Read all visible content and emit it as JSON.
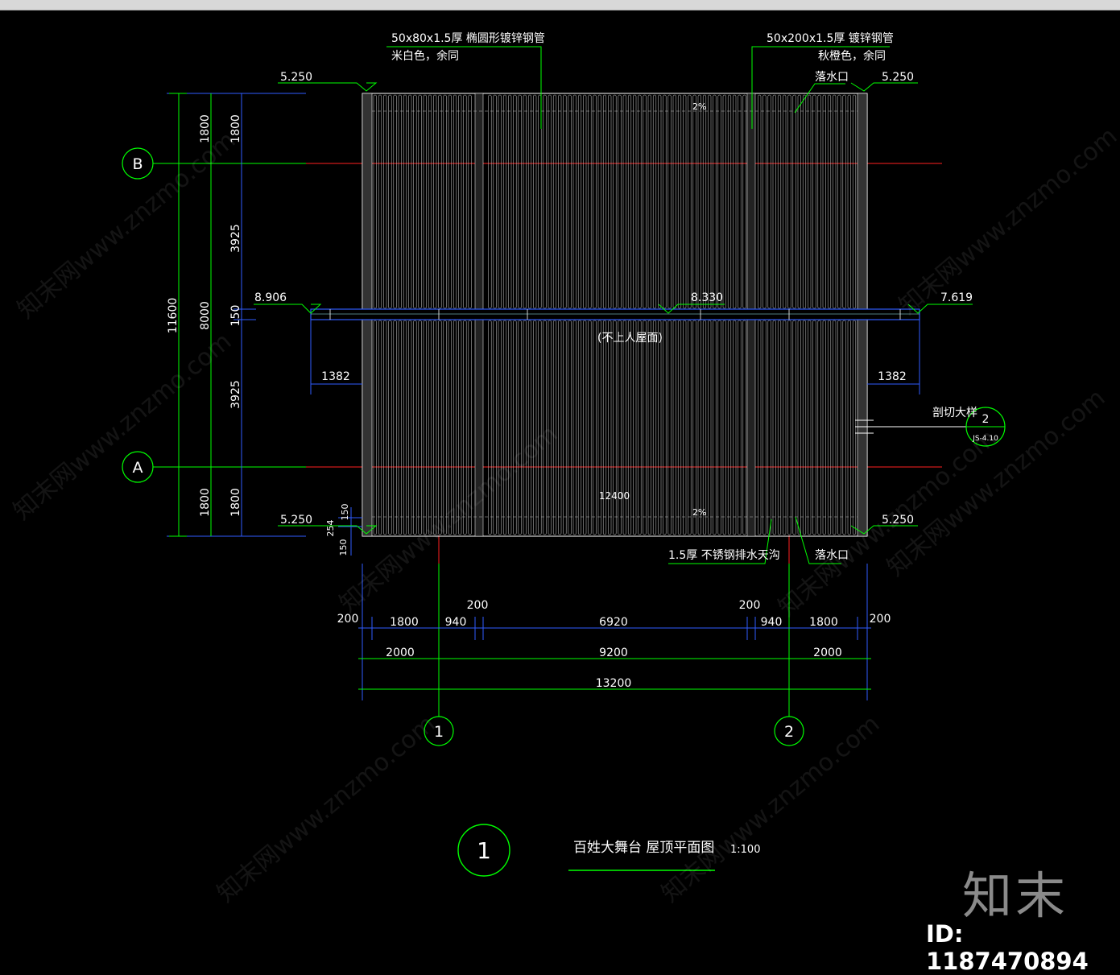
{
  "annotations": {
    "pipe_left_spec": "50x80x1.5厚 椭圆形镀锌钢管",
    "pipe_left_color": "米白色，余同",
    "pipe_right_spec": "50x200x1.5厚 镀锌钢管",
    "pipe_right_color": "秋橙色，余同",
    "drain_top": "落水口",
    "drain_bottom": "落水口",
    "gutter": "1.5厚 不锈钢排水天沟",
    "no_roof": "(不上人屋面)",
    "section_detail": "剖切大样",
    "slope_top": "2%",
    "slope_bottom": "2%"
  },
  "elevations": {
    "top_left": "5.250",
    "top_right": "5.250",
    "bottom_left": "5.250",
    "bottom_right": "5.250",
    "ridge_left": "8.906",
    "ridge_mid": "8.330",
    "ridge_right": "7.619"
  },
  "axes": {
    "row_b": "B",
    "row_a": "A",
    "col_1": "1",
    "col_2": "2"
  },
  "dims_left": {
    "total": "11600",
    "mid": "8000",
    "d1800_top_outer": "1800",
    "d1800_top_inner": "1800",
    "d3925_top": "3925",
    "d150": "150",
    "d3925_bottom": "3925",
    "d1800_bot_outer": "1800",
    "d1800_bot_inner": "1800",
    "d150_small_a": "150",
    "d254": "254",
    "d150_small_b": "150"
  },
  "dims_side": {
    "overhang_left": "1382",
    "overhang_right": "1382",
    "span_inner": "12400"
  },
  "dims_bottom": {
    "edge_left": "200",
    "a1800": "1800",
    "a940": "940",
    "a200_left": "200",
    "a6920": "6920",
    "a200_right": "200",
    "b940": "940",
    "b1800": "1800",
    "edge_right": "200",
    "c2000_left": "2000",
    "c9200": "9200",
    "c2000_right": "2000",
    "total": "13200"
  },
  "detail_ref": {
    "number": "2",
    "sheet": "JS-4.10"
  },
  "title": {
    "number": "1",
    "name": "百姓大舞台  屋顶平面图",
    "scale": "1:100"
  },
  "watermark": {
    "site": "知末网www.znzmo.com",
    "logo": "知末",
    "image_id": "ID: 1187470894"
  },
  "colors": {
    "background": "#000000",
    "dimension_green": "#00ff00",
    "axis_red": "#ff2020",
    "blue_line": "#2f5cff",
    "cyan_text": "#9ffcff",
    "white": "#ffffff"
  }
}
